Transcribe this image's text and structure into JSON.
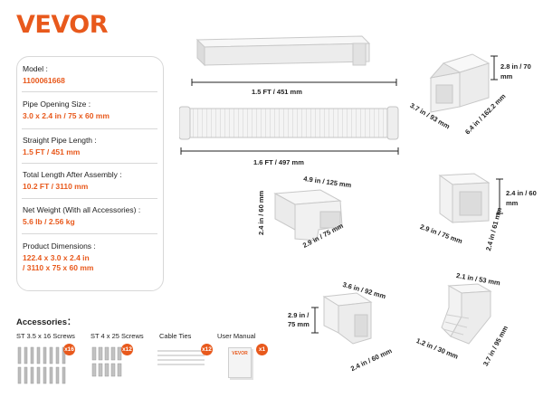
{
  "brand": {
    "logo": "VEVOR",
    "accent": "#e8591c"
  },
  "specs": [
    {
      "label": "Model :",
      "value": "1100061668"
    },
    {
      "label": "Pipe Opening Size :",
      "value": "3.0 x 2.4 in / 75 x 60 mm"
    },
    {
      "label": "Straight Pipe Length :",
      "value": "1.5 FT / 451 mm"
    },
    {
      "label": "Total Length After Assembly :",
      "value": "10.2 FT / 3110 mm"
    },
    {
      "label": "Net Weight (With all Accessories) :",
      "value": "5.6 lb / 2.56 kg"
    },
    {
      "label": "Product Dimensions :",
      "value_line1": "122.4 x 3.0 x 2.4 in",
      "value_line2": "/ 3110 x 75 x 60 mm"
    }
  ],
  "parts": {
    "straight_pipe": {
      "length": "1.5 FT / 451 mm"
    },
    "flex_pipe": {
      "length": "1.6 FT / 497 mm"
    },
    "wall_cover": {
      "height": "2.8 in / 70 mm",
      "width": "3.7 in / 93 mm",
      "depth": "6.4 in / 162.2 mm"
    },
    "elbow_90": {
      "a": "4.9 in / 125 mm",
      "b": "2.4 in / 60 mm",
      "c": "2.9 in / 75 mm"
    },
    "connector": {
      "a": "2.4 in / 60 mm",
      "b": "2.9 in / 75 mm",
      "c": "2.4 in / 61 mm"
    },
    "elbow_vertical": {
      "a": "3.6 in / 92 mm",
      "b": "2.9 in / 75 mm",
      "c": "2.4 in / 60 mm"
    },
    "end_fitting": {
      "a": "2.1 in / 53 mm",
      "b": "1.2 in / 30 mm",
      "c": "3.7 in / 95 mm"
    }
  },
  "accessories": {
    "title": "Accessories：",
    "items": [
      {
        "label": "ST 3.5 x 16 Screws",
        "qty": "x16"
      },
      {
        "label": "ST 4 x 25 Screws",
        "qty": "x12"
      },
      {
        "label": "Cable Ties",
        "qty": "x12"
      },
      {
        "label": "User Manual",
        "qty": "x1",
        "mini_logo": "VEVOR"
      }
    ]
  }
}
